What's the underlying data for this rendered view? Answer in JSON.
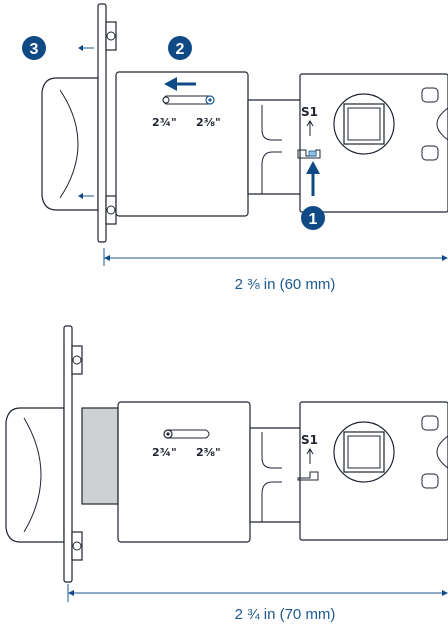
{
  "top_diagram": {
    "step_1": "1",
    "step_2": "2",
    "step_3": "3",
    "mark_short": "2¾\"",
    "mark_long": "2⅜\"",
    "setting_label": "S1",
    "dimension_label": "2 ⅜ in (60 mm)"
  },
  "bottom_diagram": {
    "mark_short": "2¾\"",
    "mark_long": "2⅜\"",
    "setting_label": "S1",
    "dimension_label": "2 ¾ in (70 mm)"
  },
  "colors": {
    "accent": "#0f4a86",
    "dimension": "#1d5a8f",
    "outline": "#1f2530",
    "collar": "#cfd0d2"
  }
}
